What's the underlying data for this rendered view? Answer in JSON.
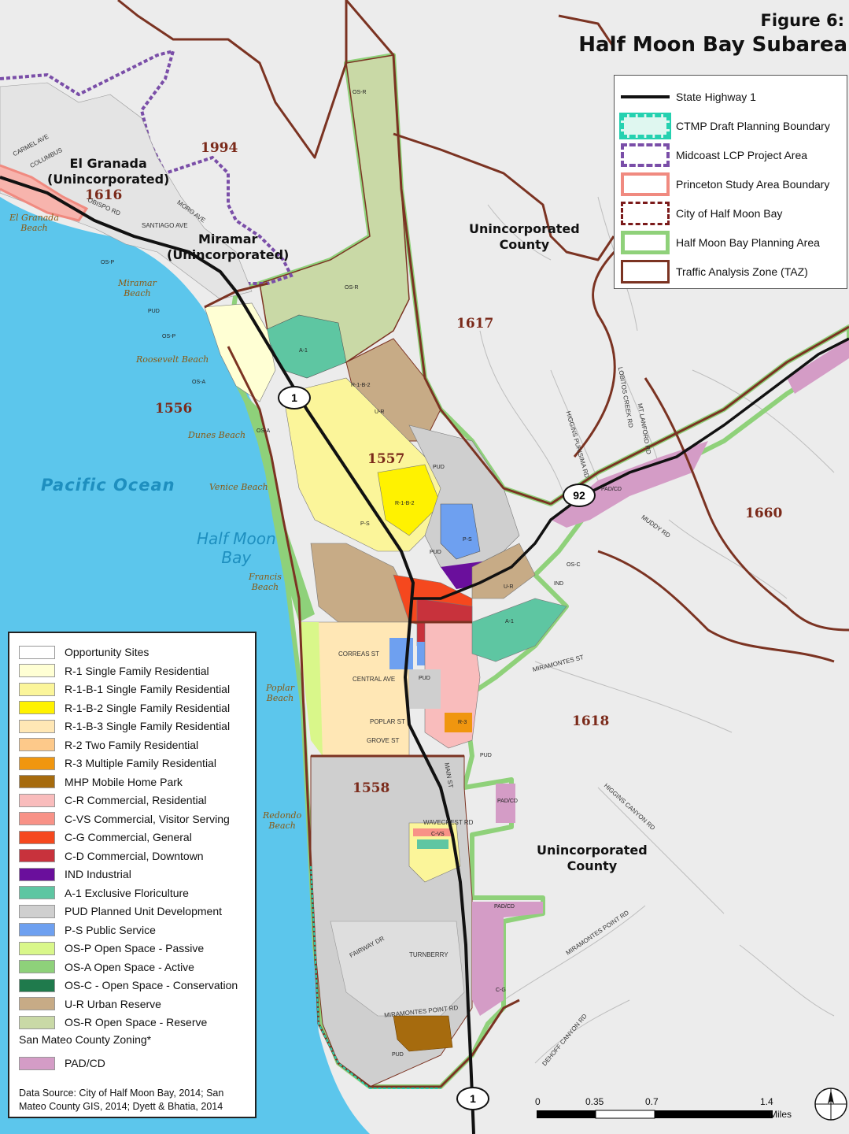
{
  "title": {
    "line1": "Figure 6:",
    "line2": "Half Moon Bay Subarea"
  },
  "colors": {
    "ocean": "#5cc6ec",
    "land": "#ececec",
    "taz_boundary": "#7b3322",
    "planning_area": "#8fd17a",
    "ctmp": "#25d1b0",
    "lcp": "#7a4ea8",
    "princeton": "#f08a80",
    "highway": "#111111",
    "osr": "#c9d9a6",
    "ur": "#c7ab86",
    "pud": "#cfcfcf",
    "padcd": "#d49cc6"
  },
  "places": {
    "el_granada": "El Granada",
    "el_granada_sub": "(Unincorporated)",
    "miramar": "Miramar",
    "miramar_sub": "(Unincorporated)",
    "unincorporated_north": "Unincorporated\nCounty",
    "unincorporated_south": "Unincorporated\nCounty",
    "pacific_ocean": "Pacific Ocean",
    "half_moon_bay": "Half Moon\nBay"
  },
  "taz_labels": {
    "t1994": "1994",
    "t1616": "1616",
    "t1617": "1617",
    "t1556": "1556",
    "t1557": "1557",
    "t1660": "1660",
    "t1618": "1618",
    "t1558": "1558"
  },
  "beaches": {
    "el_granada_beach": "El Granada\nBeach",
    "miramar_beach": "Miramar\nBeach",
    "roosevelt_beach": "Roosevelt Beach",
    "dunes_beach": "Dunes Beach",
    "venice_beach": "Venice Beach",
    "francis_beach": "Francis\nBeach",
    "poplar_beach": "Poplar\nBeach",
    "redondo_beach": "Redondo\nBeach"
  },
  "shields": {
    "hwy1_north": "1",
    "hwy92": "92",
    "hwy1_south": "1"
  },
  "roads": {
    "carmel": "CARMEL AVE",
    "columbus": "COLUMBUS",
    "obispo": "OBISPO RD",
    "santiago": "SANTIAGO AVE",
    "moro": "MORO AVE",
    "correas": "CORREAS ST",
    "central": "CENTRAL AVE",
    "poplar": "POPLAR ST",
    "grove": "GROVE ST",
    "wavecrest": "WAVECREST RD",
    "fairway": "FAIRWAY DR",
    "turnberry": "TURNBERRY",
    "miramontes_point": "MIRAMONTES POINT RD",
    "miramontes_st": "MIRAMONTES ST",
    "higgins_canyon": "HIGGINS CANYON RD",
    "higgins_purisima": "HIGGINS PURISIMA RD",
    "muddy": "MUDDY RD",
    "lobitos": "LOBITOS CREEK RD",
    "mt_lanford": "MT LANFORD RD",
    "miramontes_point_rd": "MIRAMONTES POINT RD",
    "dehoff": "DEHOFF CANYON RD",
    "main": "MAIN ST"
  },
  "zone_tags": {
    "osr_north": "OS-R",
    "osr_mid": "OS-R",
    "pud1": "PUD",
    "osp1": "OS-P",
    "osp2": "OS-P",
    "osa1": "OS-A",
    "osa2": "OS-A",
    "a1": "A-1",
    "a1b": "A-1",
    "r1b2": "R-1-B-2",
    "r1b2b": "R-1-B-2",
    "ur1": "U-R",
    "ur2": "U-R",
    "ps1": "P-S",
    "ps2": "P-S",
    "pud2": "PUD",
    "pud3": "PUD",
    "padcd1": "PAD/CD",
    "padcd2": "PAD/CD",
    "padcd3": "PAD/CD",
    "osc": "OS-C",
    "ind": "IND",
    "pud4": "PUD",
    "pud5": "PUD",
    "r3": "R-3",
    "cvs": "C-VS",
    "cg": "C-G",
    "pud6": "PUD"
  },
  "legend_top": {
    "items": [
      {
        "label": "State Highway 1",
        "kind": "highway"
      },
      {
        "label": "CTMP Draft Planning Boundary",
        "kind": "ctmp"
      },
      {
        "label": "Midcoast LCP Project Area",
        "kind": "lcp"
      },
      {
        "label": "Princeton Study Area Boundary",
        "kind": "princeton"
      },
      {
        "label": "City of Half Moon Bay",
        "kind": "city"
      },
      {
        "label": "Half Moon Bay Planning Area",
        "kind": "planning"
      },
      {
        "label": "Traffic Analysis Zone (TAZ)",
        "kind": "taz"
      }
    ]
  },
  "legend_zoning": {
    "items": [
      {
        "label": "Opportunity Sites",
        "color": "#ffffff"
      },
      {
        "label": "R-1 Single Family Residential",
        "color": "#ffffd4"
      },
      {
        "label": "R-1-B-1 Single Family Residential",
        "color": "#fbf59a"
      },
      {
        "label": "R-1-B-2 Single Family Residential",
        "color": "#fff200"
      },
      {
        "label": "R-1-B-3 Single Family Residential",
        "color": "#ffe7b5"
      },
      {
        "label": "R-2 Two Family Residential",
        "color": "#fdc98a"
      },
      {
        "label": "R-3 Multiple Family Residential",
        "color": "#f0960f"
      },
      {
        "label": "MHP Mobile Home Park",
        "color": "#a66b0e"
      },
      {
        "label": "C-R Commercial, Residential",
        "color": "#f9bcbc"
      },
      {
        "label": "C-VS Commercial, Visitor Serving",
        "color": "#f89287"
      },
      {
        "label": "C-G Commercial, General",
        "color": "#f5481e"
      },
      {
        "label": "C-D Commercial, Downtown",
        "color": "#c8323c"
      },
      {
        "label": "IND Industrial",
        "color": "#6a0f9c"
      },
      {
        "label": "A-1 Exclusive Floriculture",
        "color": "#5ec6a2"
      },
      {
        "label": "PUD Planned Unit Development",
        "color": "#cfcfcf"
      },
      {
        "label": "P-S Public Service",
        "color": "#6ea0f0"
      },
      {
        "label": "OS-P Open Space - Passive",
        "color": "#d9f78a"
      },
      {
        "label": "OS-A Open Space - Active",
        "color": "#8ed17a"
      },
      {
        "label": "OS-C - Open Space - Conservation",
        "color": "#1f7a4c"
      },
      {
        "label": "U-R Urban Reserve",
        "color": "#c7ab86"
      },
      {
        "label": "OS-R Open Space - Reserve",
        "color": "#c9d9a6"
      }
    ],
    "county_note": "San Mateo County Zoning*",
    "county_item": {
      "label": "PAD/CD",
      "color": "#d49cc6"
    },
    "source": "Data Source: City of Half Moon Bay, 2014; San Mateo County GIS, 2014; Dyett & Bhatia, 2014"
  },
  "scale": {
    "ticks": [
      "0",
      "0.35",
      "0.7",
      "1.4"
    ],
    "unit": "Miles"
  }
}
